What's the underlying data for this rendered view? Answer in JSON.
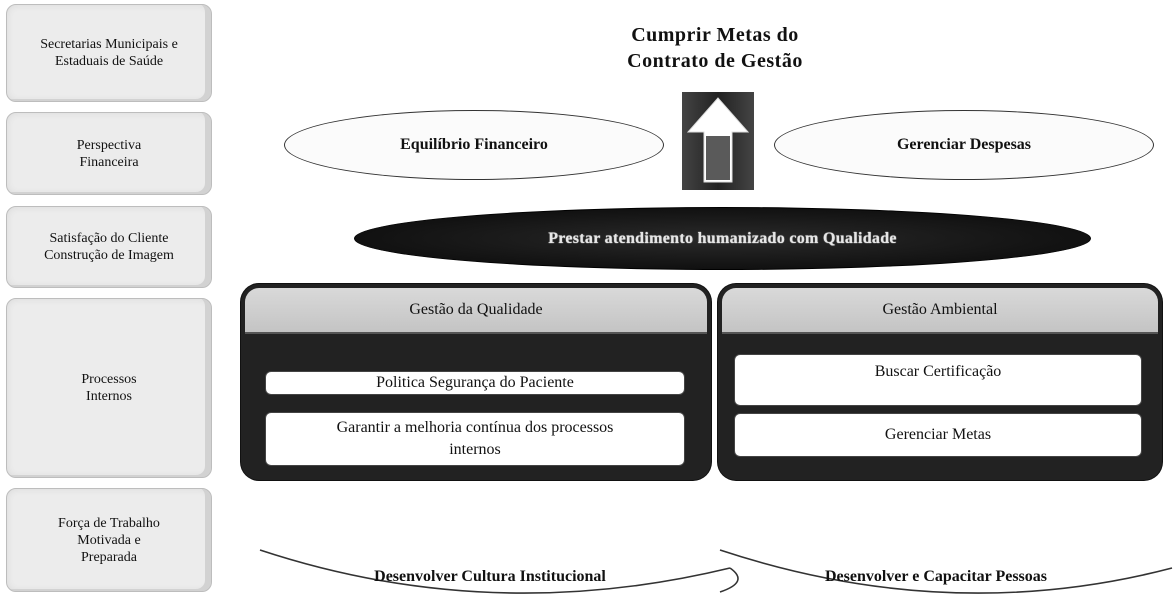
{
  "side_labels": [
    "Secretarias Municipais e\nEstaduais de Saúde",
    "Perspectiva\nFinanceira",
    "Satisfação do Cliente\nConstrução de Imagem",
    "Processos\nInternos",
    "Força de Trabalho\nMotivada e\nPreparada"
  ],
  "top_title": "Cumprir Metas do\nContrato de Gestão",
  "financial": {
    "left": "Equilíbrio Financeiro",
    "right": "Gerenciar Despesas"
  },
  "client_banner": "Prestar atendimento humanizado com Qualidade",
  "quality_panel": {
    "header": "Gestão da Qualidade",
    "items": [
      "Politica Segurança do Paciente",
      "Garantir a melhoria contínua dos processos\ninternos"
    ]
  },
  "environment_panel": {
    "header": "Gestão Ambiental",
    "items": [
      "Buscar Certificação",
      "Gerenciar Metas"
    ]
  },
  "workforce": {
    "left": "Desenvolver Cultura Institucional",
    "right": "Desenvolver e Capacitar Pessoas"
  },
  "colors": {
    "panel_dark": "#222222",
    "panel_header": "#cfcfcf",
    "side_bg": "#ececec"
  }
}
